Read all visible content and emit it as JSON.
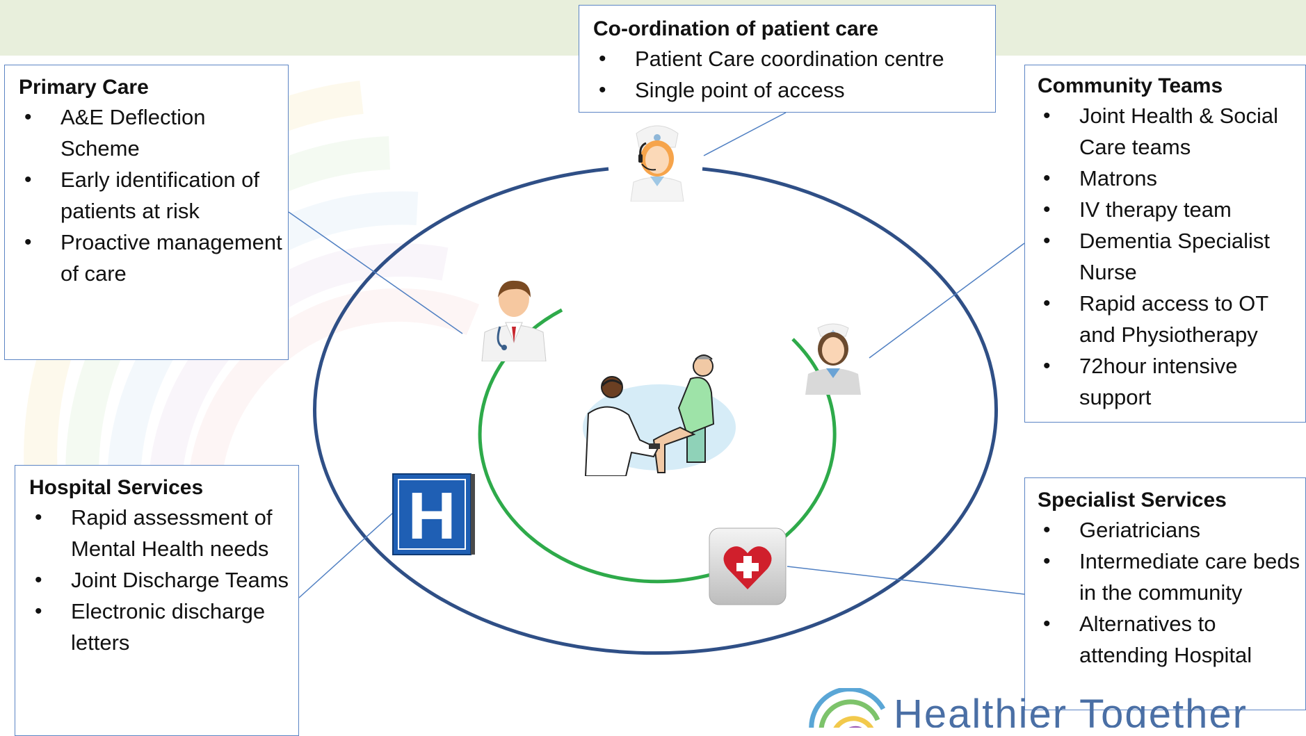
{
  "boxes": {
    "coordination": {
      "title": "Co-ordination of patient care",
      "items": [
        "Patient Care coordination centre",
        "Single point of access"
      ]
    },
    "primary_care": {
      "title": "Primary Care",
      "items": [
        "A&E Deflection Scheme",
        "Early identification of patients at risk",
        "Proactive management of care"
      ]
    },
    "community_teams": {
      "title": "Community Teams",
      "items": [
        "Joint Health & Social Care teams",
        "Matrons",
        "IV therapy team",
        "Dementia Specialist Nurse",
        "Rapid access to  OT and Physiotherapy",
        "72hour intensive support"
      ]
    },
    "hospital_services": {
      "title": "Hospital Services",
      "items": [
        "Rapid assessment of Mental Health needs",
        "Joint Discharge Teams",
        "Electronic discharge letters"
      ]
    },
    "specialist_services": {
      "title": "Specialist Services",
      "items": [
        "Geriatricians",
        "Intermediate care beds in the community",
        "Alternatives to attending Hospital"
      ]
    }
  },
  "icons": {
    "coordinator": "call-centre-nurse-icon",
    "gp": "doctor-icon",
    "community_nurse": "nurse-icon",
    "patient": "patient-examination-icon",
    "hospital": "hospital-h-sign-icon",
    "specialist": "heart-medical-icon"
  },
  "hospital_sign_letter": "H",
  "logo": {
    "text": "Healthier Together"
  },
  "colors": {
    "outer_ring": "#2f4f86",
    "inner_ring": "#2eaa4a",
    "connector": "#4f7fc2",
    "box_border": "#5b84c4",
    "hospital_blue": "#1f5fb4",
    "heart_red": "#d01f2c",
    "top_band": "#e8efdc"
  }
}
